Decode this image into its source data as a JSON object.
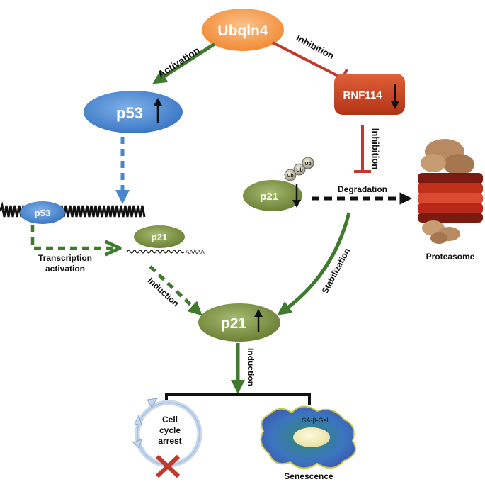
{
  "nodes": {
    "ubqln4": "Ubqln4",
    "p53_main": "p53",
    "rnf114": "RNF114",
    "p53_dna": "p53",
    "p21_mrna": "p21",
    "mrna_tail": "AAAAA",
    "p21_ub": "p21",
    "ub": [
      "Ub",
      "Ub",
      "Ub"
    ],
    "p21_main": "p21",
    "proteasome": "Proteasome",
    "cell_cycle": [
      "Cell",
      "cycle",
      "arrest"
    ],
    "sa_beta_gal": "SA-β-Gal",
    "senescence": "Senescence"
  },
  "edges": {
    "activation": "Activation",
    "inhibition_1": "Inhibition",
    "inhibition_2": "Inhibition",
    "degradation": "Degradation",
    "transcription": [
      "Transcription",
      "activation"
    ],
    "induction_1": "Induction",
    "stabilization": "Stabilization",
    "induction_2": "Induction"
  },
  "colors": {
    "ubqln4": "#f59a4a",
    "p53": "#4a86d0",
    "rnf114": "#c8401e",
    "p21": "#7e9444",
    "activation_arrow": "#3f7a2e",
    "inhibition_arrow": "#c0392b",
    "dashed_blue": "#4a86d0",
    "degradation_arrow": "#111111"
  },
  "icons": [
    "up-arrow-icon",
    "down-arrow-icon",
    "red-x-icon",
    "proteasome-icon",
    "senescent-cell-icon",
    "cell-cycle-icon"
  ]
}
